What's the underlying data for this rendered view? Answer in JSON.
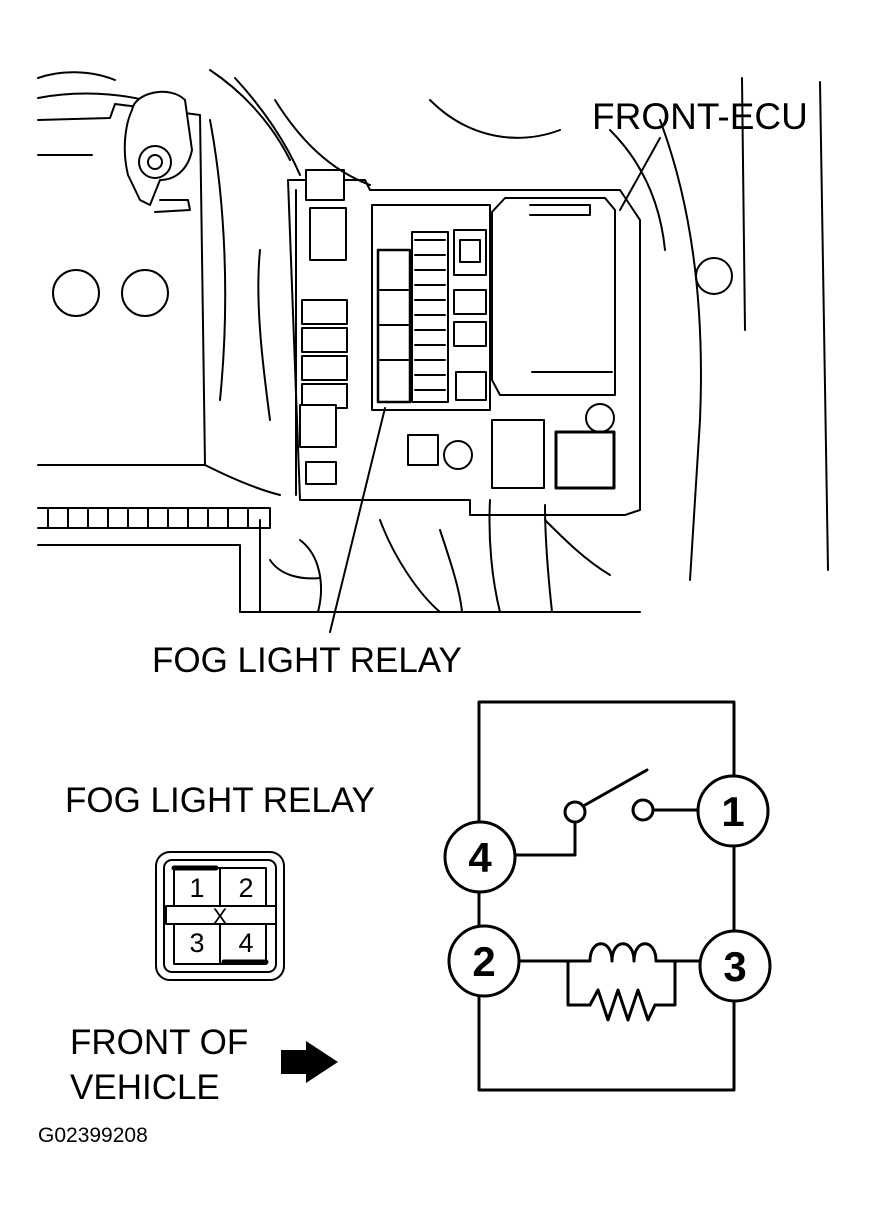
{
  "labels": {
    "front_ecu": "FRONT-ECU",
    "fog_light_relay_location": "FOG LIGHT RELAY",
    "fog_light_relay_connector": "FOG LIGHT RELAY",
    "front_of_vehicle_line1": "FRONT OF",
    "front_of_vehicle_line2": "VEHICLE",
    "figure_code": "G02399208"
  },
  "connector": {
    "pins": [
      "1",
      "2",
      "3",
      "4"
    ],
    "center_mark": "X"
  },
  "schematic": {
    "terminals": [
      "1",
      "2",
      "3",
      "4"
    ],
    "components": [
      "switch-contact",
      "relay-coil",
      "resistor"
    ]
  },
  "icons": [
    "front-arrow-icon"
  ],
  "colors": {
    "ink": "#000000",
    "background": "#ffffff"
  }
}
